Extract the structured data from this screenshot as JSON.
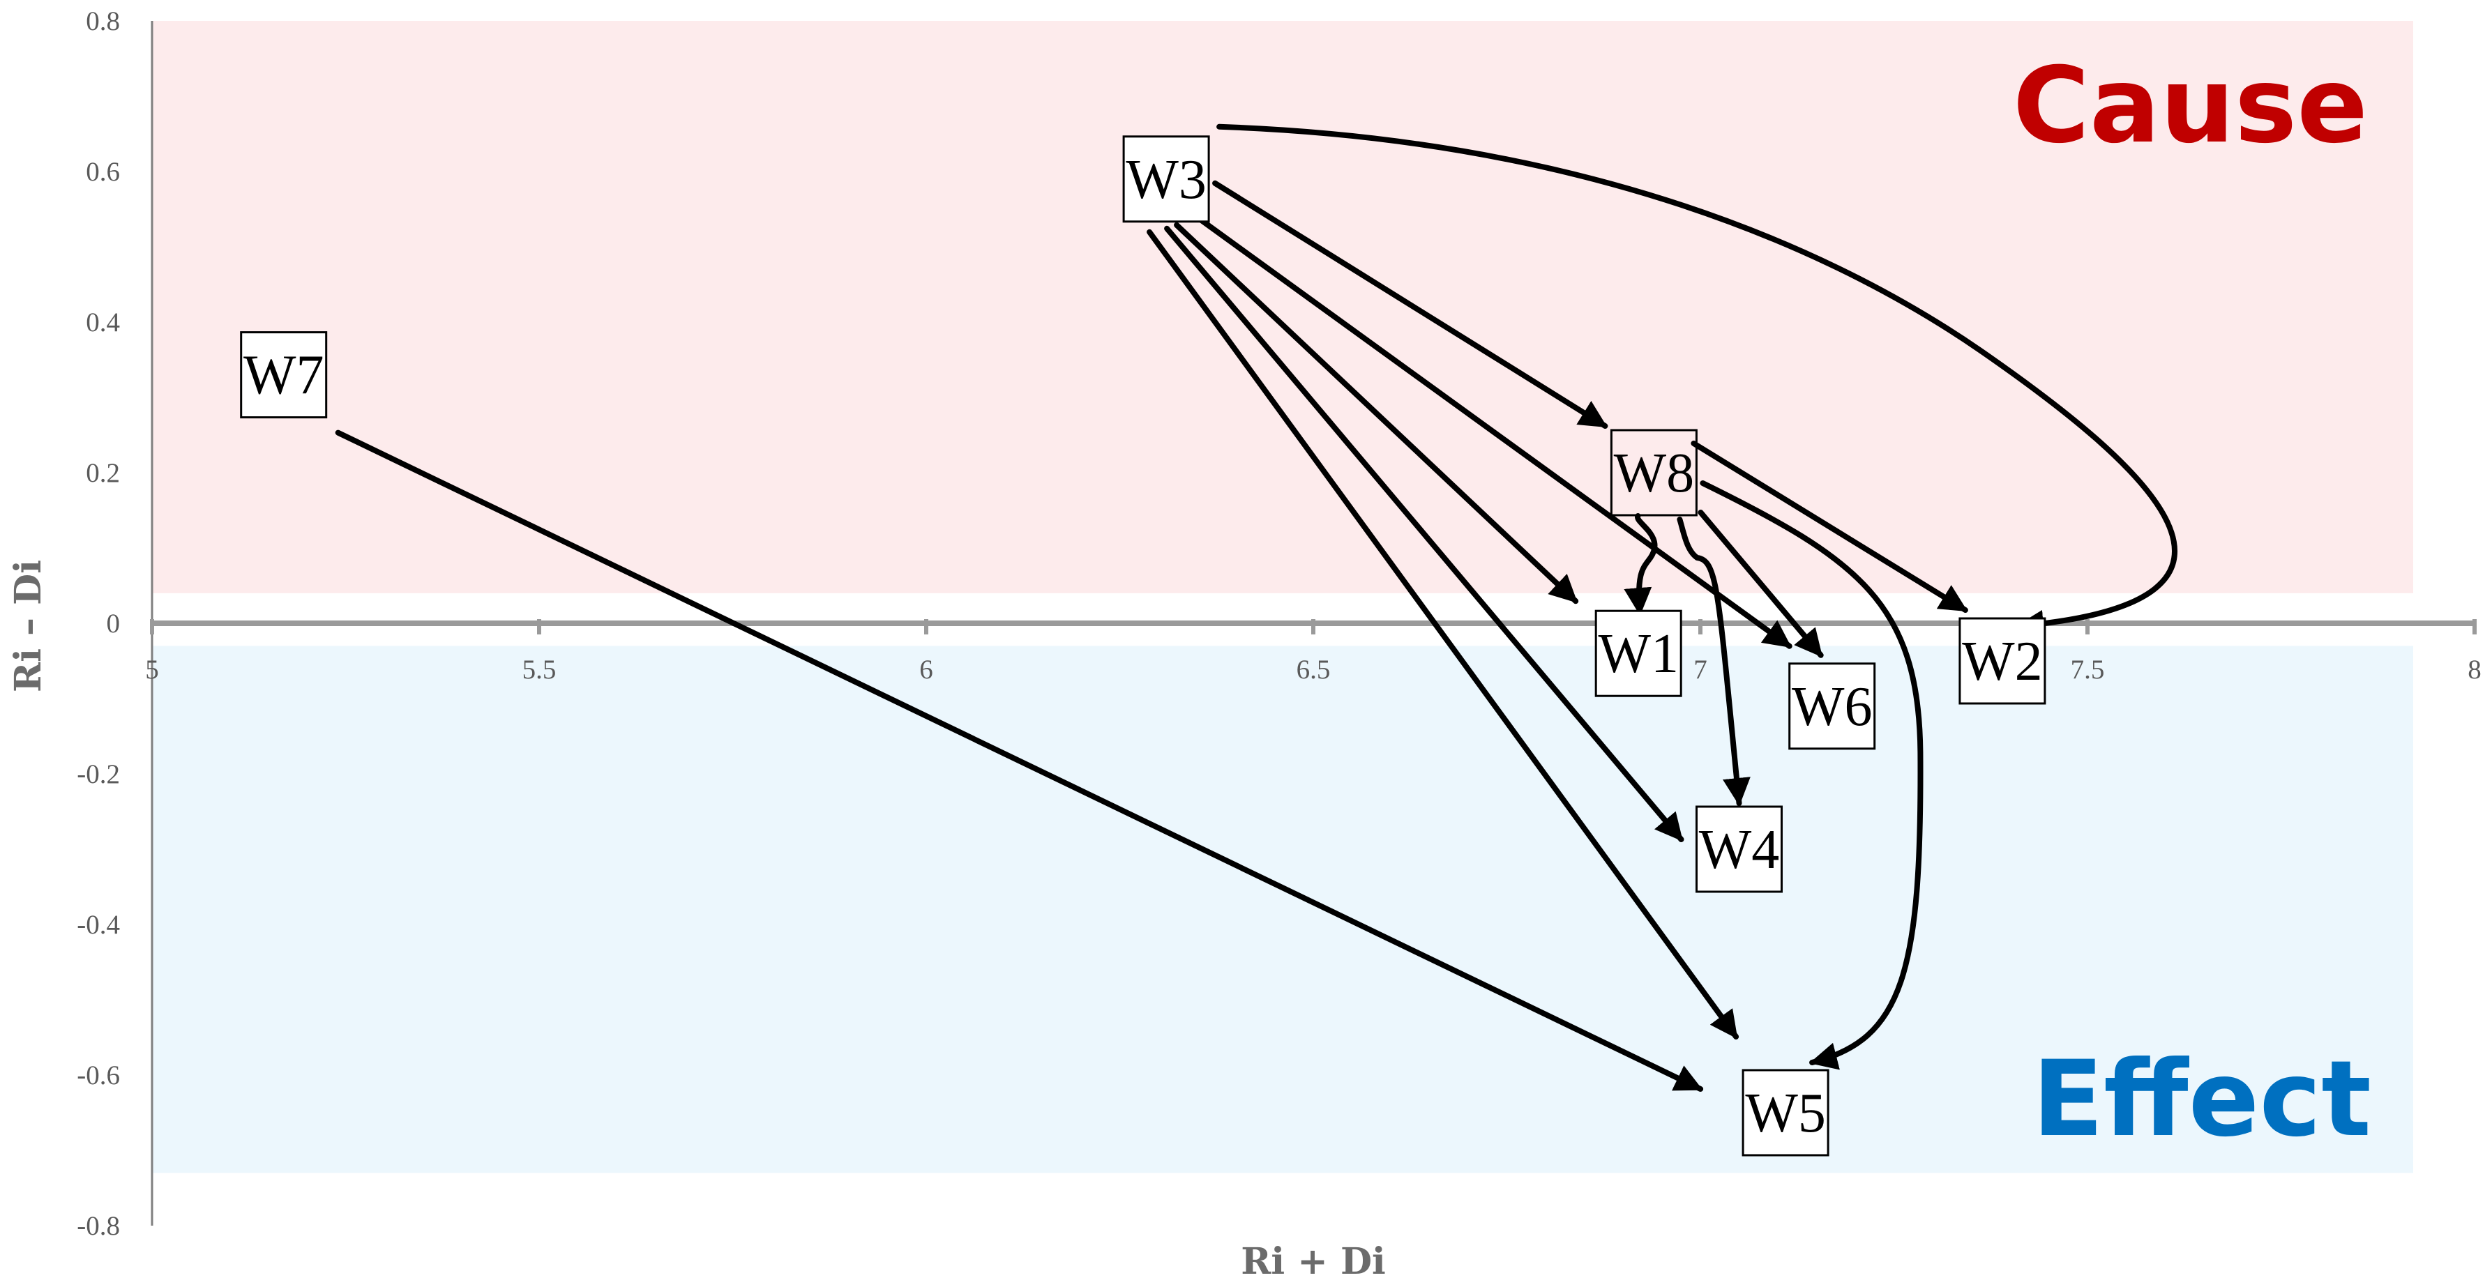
{
  "chart_data": {
    "type": "scatter",
    "title": "",
    "xlabel": "Ri + Di",
    "ylabel": "Ri – Di",
    "xlim": [
      5,
      8
    ],
    "ylim": [
      -0.8,
      0.8
    ],
    "x_ticks": [
      "5",
      "5.5",
      "6",
      "6.5",
      "7",
      "7.5",
      "8"
    ],
    "y_ticks": [
      "0.8",
      "0.6",
      "0.4",
      "0.2",
      "0",
      "-0.2",
      "-0.4",
      "-0.6",
      "-0.8"
    ],
    "x_tick_values": [
      5,
      5.5,
      6,
      6.5,
      7,
      7.5,
      8
    ],
    "y_tick_values": [
      0.8,
      0.6,
      0.4,
      0.2,
      0,
      -0.2,
      -0.4,
      -0.6,
      -0.8
    ],
    "grid": false,
    "regions": [
      {
        "label": "Cause",
        "y_range": [
          0.04,
          0.8
        ],
        "fill": "#fdebec",
        "text_color": "#c00000",
        "placement": "top-right"
      },
      {
        "label": "Effect",
        "y_range": [
          -0.73,
          -0.03
        ],
        "fill": "#ecf7fd",
        "text_color": "#0070c0",
        "placement": "bottom-right"
      }
    ],
    "points": [
      {
        "label": "W1",
        "x": 6.92,
        "y": -0.04
      },
      {
        "label": "W2",
        "x": 7.39,
        "y": -0.05
      },
      {
        "label": "W3",
        "x": 6.31,
        "y": 0.59
      },
      {
        "label": "W4",
        "x": 7.05,
        "y": -0.3
      },
      {
        "label": "W5",
        "x": 7.11,
        "y": -0.65
      },
      {
        "label": "W6",
        "x": 7.17,
        "y": -0.11
      },
      {
        "label": "W7",
        "x": 5.17,
        "y": 0.33
      },
      {
        "label": "W8",
        "x": 6.94,
        "y": 0.2
      }
    ],
    "relations": [
      {
        "from": "W3",
        "to": "W8"
      },
      {
        "from": "W3",
        "to": "W1"
      },
      {
        "from": "W3",
        "to": "W6"
      },
      {
        "from": "W3",
        "to": "W4"
      },
      {
        "from": "W3",
        "to": "W5"
      },
      {
        "from": "W3",
        "to": "W2"
      },
      {
        "from": "W8",
        "to": "W1"
      },
      {
        "from": "W8",
        "to": "W4"
      },
      {
        "from": "W8",
        "to": "W6"
      },
      {
        "from": "W8",
        "to": "W2"
      },
      {
        "from": "W8",
        "to": "W5"
      },
      {
        "from": "W7",
        "to": "W5"
      }
    ]
  }
}
